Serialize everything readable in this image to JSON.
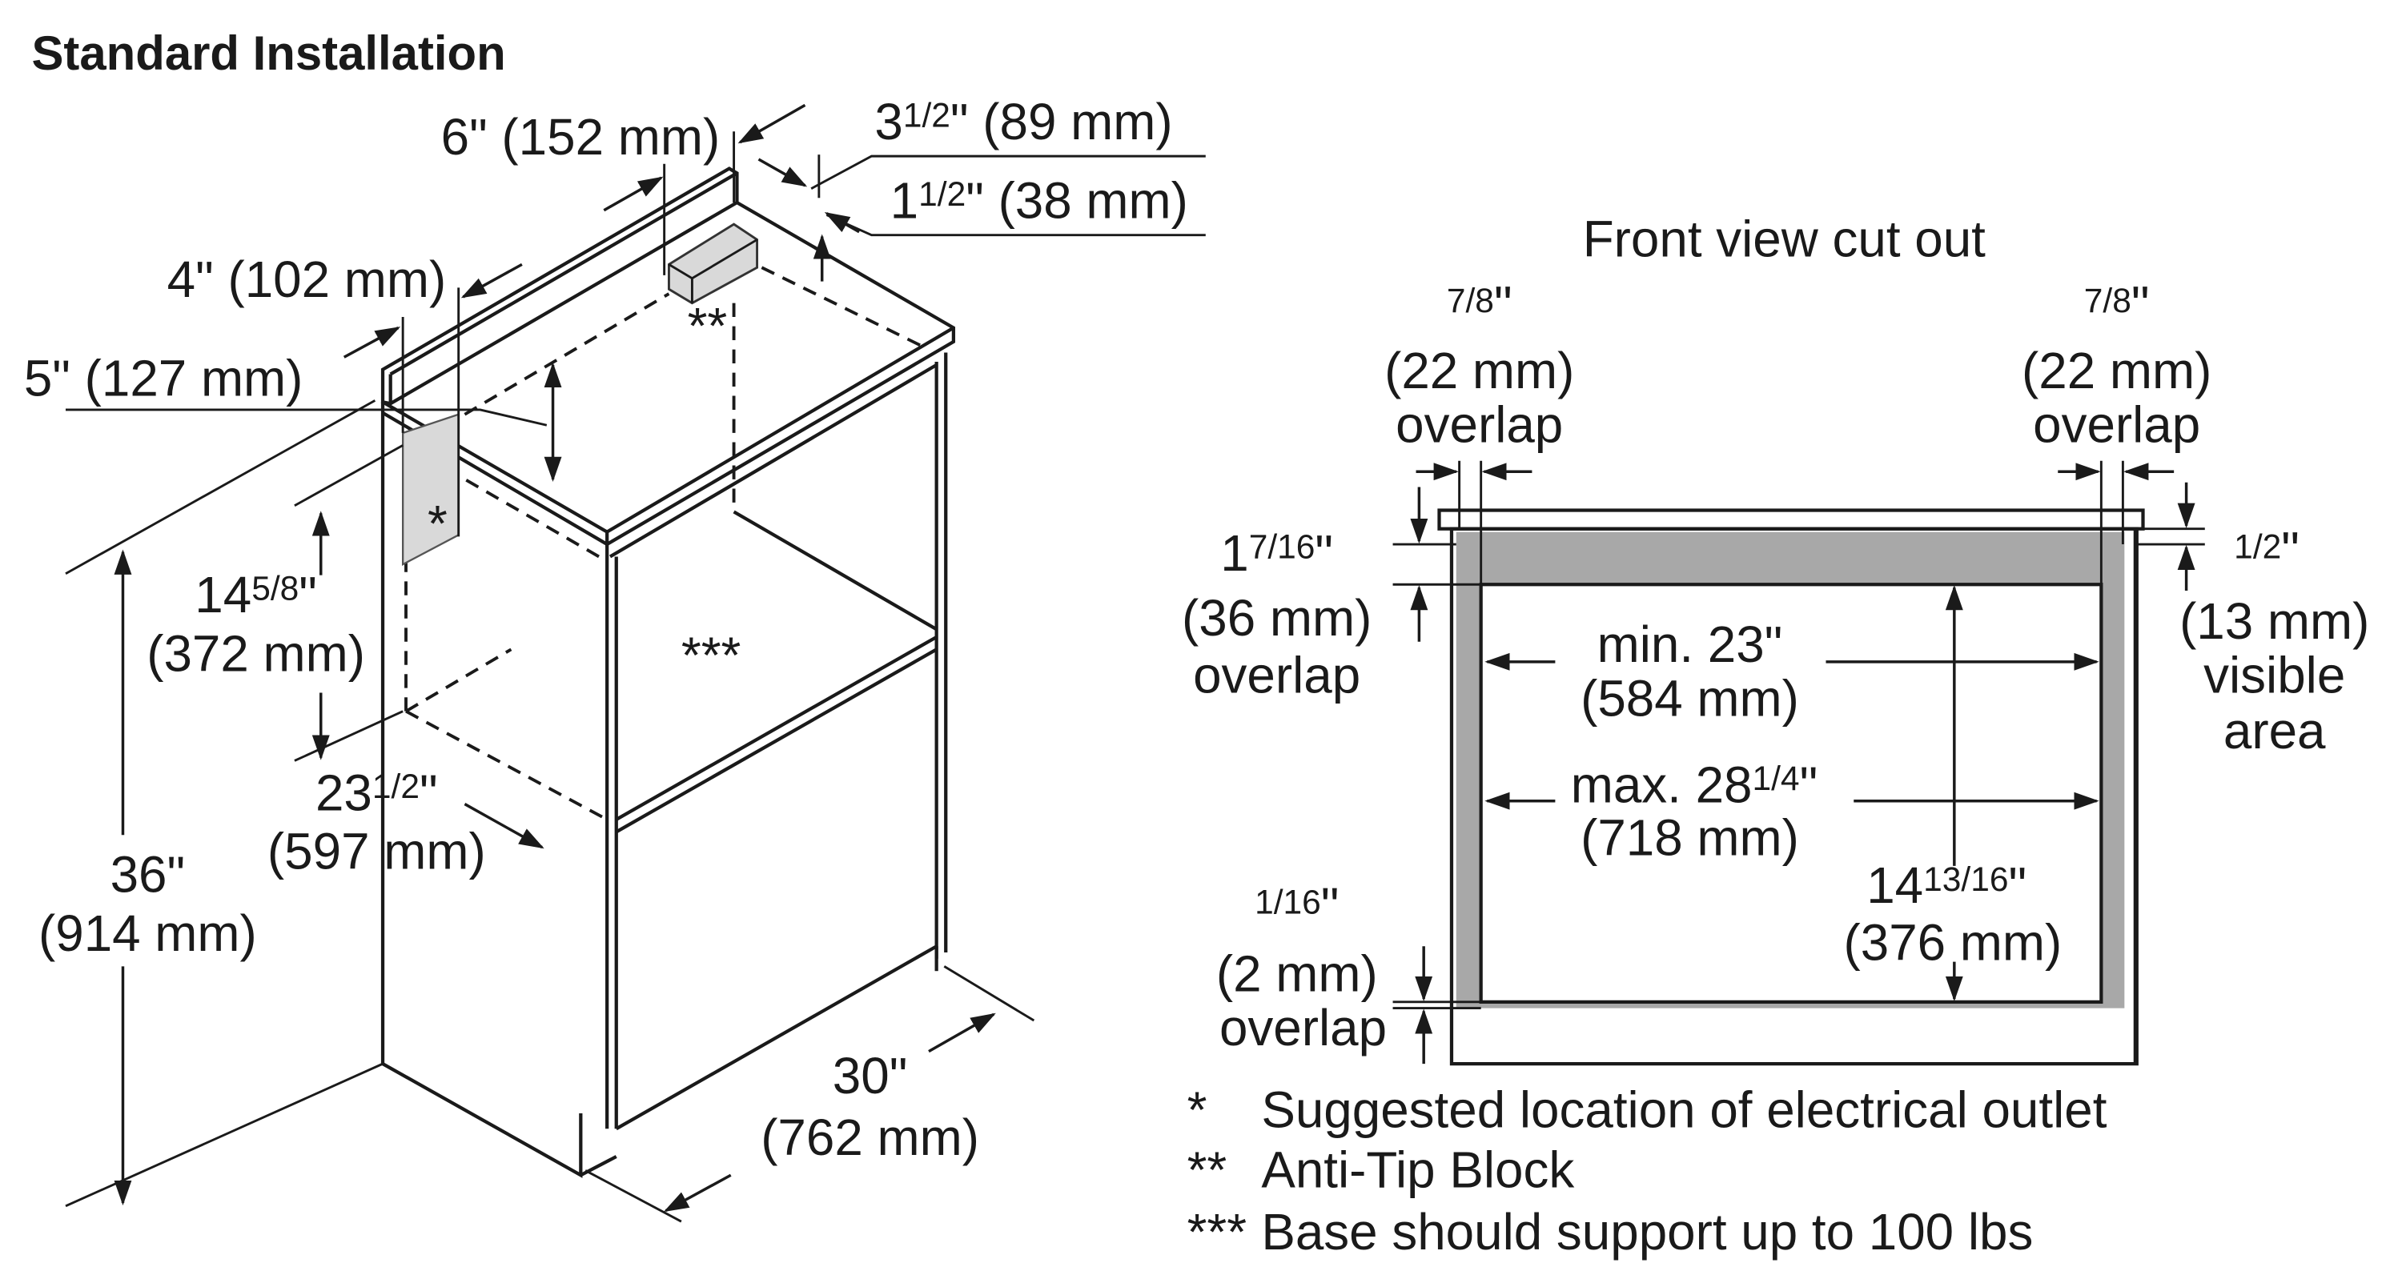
{
  "title": "Standard Installation",
  "colors": {
    "line": "#1a1a1a",
    "gray_fill": "#a8a8a8",
    "light_gray": "#d9d9d9"
  },
  "iso": {
    "d6": {
      "whole": "6",
      "frac": "",
      "rest": "\" (152 mm)"
    },
    "d3_5": {
      "whole": "3",
      "frac": "1/2",
      "rest": "\" (89 mm)"
    },
    "d1_5": {
      "whole": "1",
      "frac": "1/2",
      "rest": "\" (38 mm)"
    },
    "d4": {
      "whole": "4",
      "frac": "",
      "rest": "\" (102 mm)"
    },
    "d5": {
      "whole": "5",
      "frac": "",
      "rest": "\" (127 mm)"
    },
    "d14_58": {
      "whole": "14",
      "frac": "5/8",
      "rest": "\"",
      "mm": "(372 mm)"
    },
    "d23_5": {
      "whole": "23",
      "frac": "1/2",
      "rest": "\"",
      "mm": "(597 mm)"
    },
    "d36": {
      "whole": "36",
      "rest": "\"",
      "mm": "(914 mm)"
    },
    "d30": {
      "whole": "30",
      "rest": "\"",
      "mm": "(762 mm)"
    },
    "mark_outlet": "*",
    "mark_antitip": "**",
    "mark_base": "***"
  },
  "front": {
    "title": "Front view cut out",
    "left_overlap": {
      "frac": "7/8",
      "rest": "\"",
      "mm": "(22 mm)",
      "label": "overlap"
    },
    "right_overlap": {
      "frac": "7/8",
      "rest": "\"",
      "mm": "(22 mm)",
      "label": "overlap"
    },
    "top_overlap": {
      "whole": "1",
      "frac": "7/16",
      "rest": "\"",
      "mm": "(36 mm)",
      "label": "overlap"
    },
    "visible": {
      "frac": "1/2",
      "rest": "\"",
      "mm": "(13 mm)",
      "label1": "visible",
      "label2": "area"
    },
    "min_width": {
      "text": "min. 23\"",
      "mm": "(584 mm)"
    },
    "max_width": {
      "text": "max. 28",
      "frac": "1/4",
      "rest": "\"",
      "mm": "(718 mm)"
    },
    "height": {
      "whole": "14",
      "frac": "13/16",
      "rest": "\"",
      "mm": "(376 mm)"
    },
    "bottom_overlap": {
      "frac": "1/16",
      "rest": "\"",
      "mm": "(2 mm)",
      "label": "overlap"
    }
  },
  "legend": [
    {
      "mark": "*",
      "text": "Suggested location of electrical outlet"
    },
    {
      "mark": "**",
      "text": "Anti-Tip Block"
    },
    {
      "mark": "***",
      "text": "Base should support up to 100 lbs"
    }
  ]
}
